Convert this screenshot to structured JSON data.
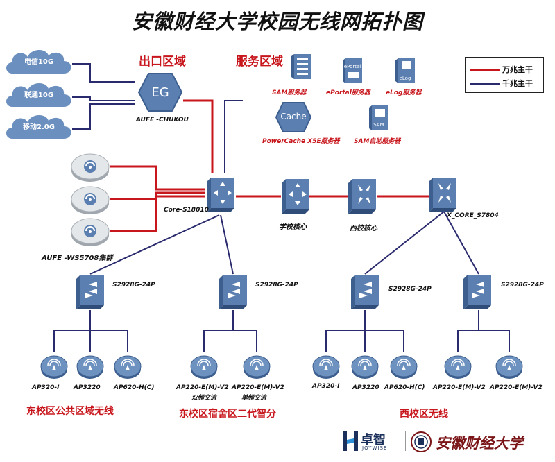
{
  "title": "安徽财经大学校园无线网拓扑图",
  "zones": {
    "exit": "出口区域",
    "service": "服务区域"
  },
  "legend": {
    "items": [
      {
        "label": "万兆主干",
        "color": "#c8161d"
      },
      {
        "label": "千兆主干",
        "color": "#2a2a6e"
      }
    ]
  },
  "isps": [
    {
      "label": "电信10G"
    },
    {
      "label": "联通10G"
    },
    {
      "label": "移动2.0G"
    }
  ],
  "egress": {
    "icon_text": "EG",
    "label": "AUFE -CHUKOU"
  },
  "services": {
    "sam": {
      "label": "SAM服务器"
    },
    "eportal": {
      "label": "ePortal服务器",
      "icon_text": "ePortal"
    },
    "elog": {
      "label": "eLog服务器",
      "icon_text": "eLog"
    },
    "cache": {
      "label": "PowerCache X5E服务器",
      "icon_text": "Cache"
    },
    "sam_self": {
      "label": "SAM自助服务器",
      "icon_text": "SAM"
    }
  },
  "controllers": {
    "label": "AUFE -WS5708集群"
  },
  "core": {
    "core_s18010": "Core-S18010",
    "school_core": "学校核心",
    "west_core": "西校核心",
    "x_core": "X_CORE_S7804"
  },
  "access_switches": [
    {
      "label": "S2928G-24P"
    },
    {
      "label": "S2928G-24P"
    },
    {
      "label": "S2928G-24P"
    },
    {
      "label": "S2928G-24P"
    }
  ],
  "aps": {
    "east_public": [
      "AP320-I",
      "AP3220",
      "AP620-H(C)"
    ],
    "east_dorm": [
      {
        "model": "AP220-E(M)-V2",
        "note": "双频交流"
      },
      {
        "model": "AP220-E(M)-V2",
        "note": "单频交流"
      }
    ],
    "west_a": [
      "AP320-I",
      "AP3220",
      "AP620-H(C)"
    ],
    "west_b": [
      "AP220-E(M)-V2",
      "AP220-E(M)-V2"
    ]
  },
  "areas": {
    "east_public": "东校区公共区域无线",
    "east_dorm": "东校区宿舍区二代智分",
    "west": "西校区无线"
  },
  "logos": {
    "joywise_cn": "卓智",
    "joywise_en": "JOYWISE",
    "university": "安徽财经大学"
  },
  "colors": {
    "tenG": "#c8161d",
    "oneG": "#2a2a6e",
    "device_blue": "#5a7fb0",
    "cloud_blue": "#6b8fbf"
  },
  "icons": [
    "cloud-icon",
    "egress-gateway-icon",
    "server-icon",
    "cache-icon",
    "wireless-controller-icon",
    "core-switch-icon",
    "access-switch-icon",
    "access-point-icon"
  ]
}
